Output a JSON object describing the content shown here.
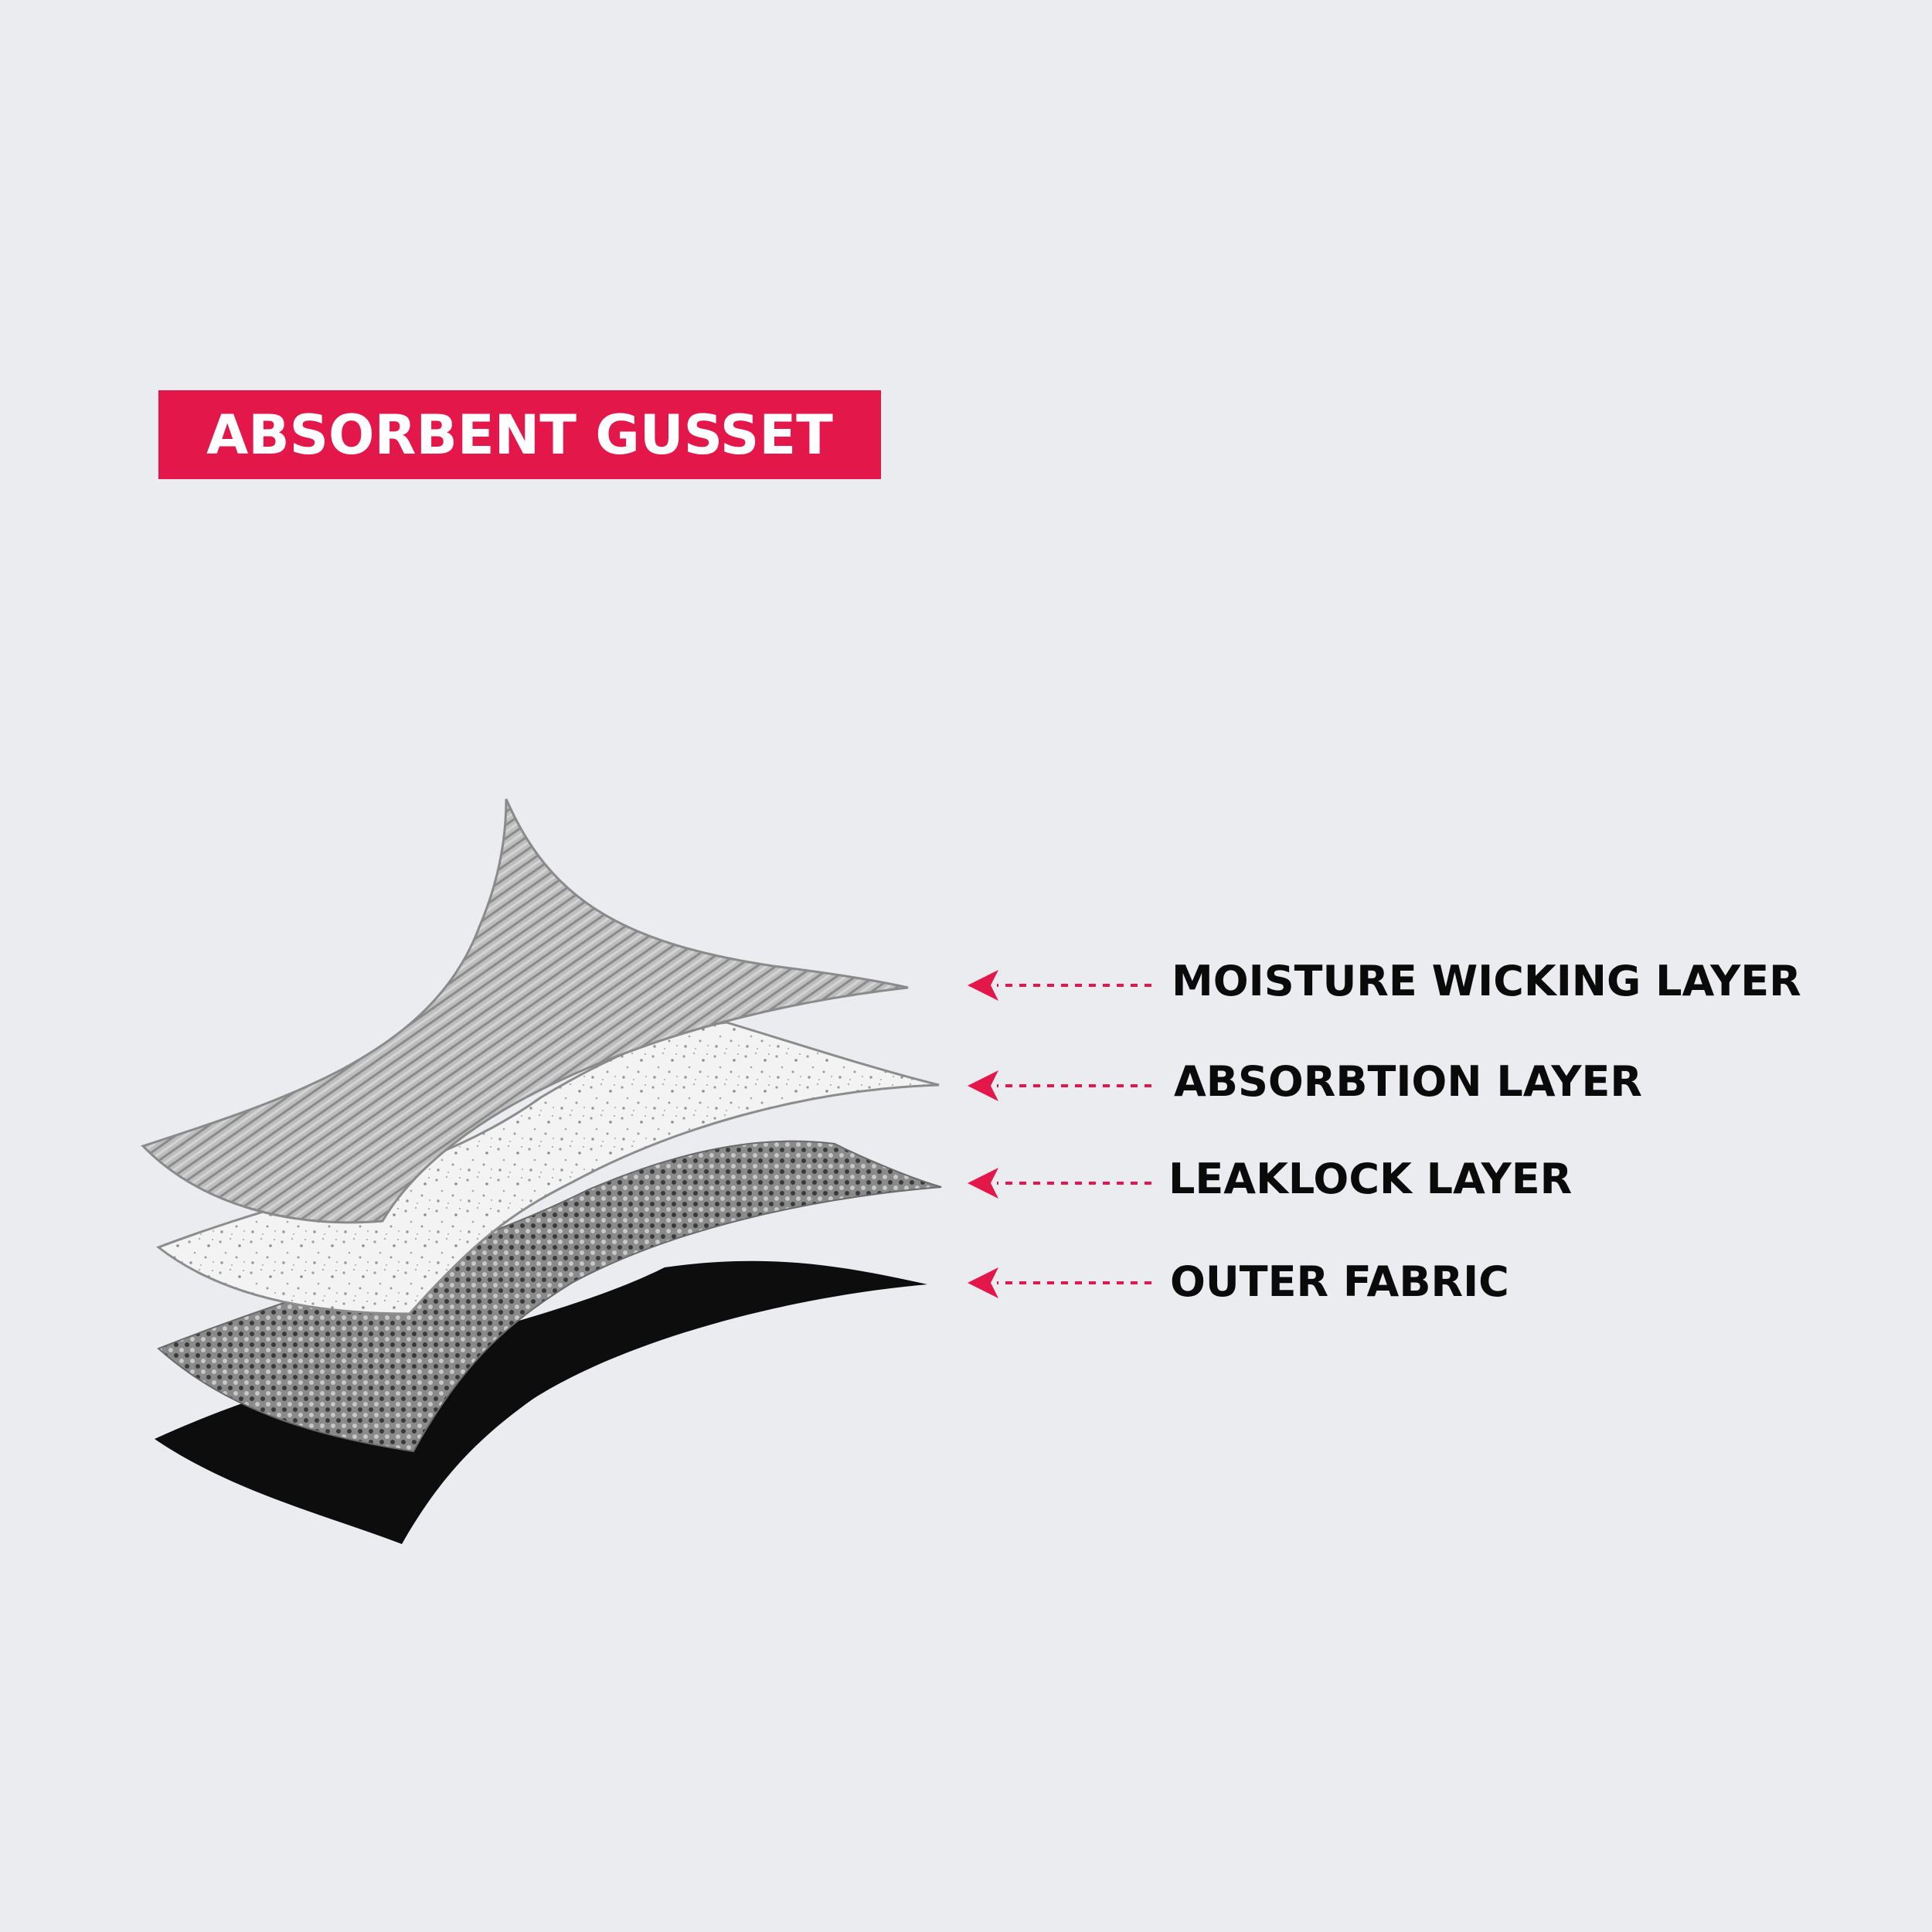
{
  "title": "ABSORBENT GUSSET",
  "colors": {
    "background": "#ebecf0",
    "accent": "#e3174a",
    "label_text": "#0a0a0a"
  },
  "layers": [
    {
      "label": "MOISTURE WICKING LAYER",
      "pattern": "wavy-lines",
      "color": "#9c9c9c"
    },
    {
      "label": "ABSORBTION LAYER",
      "pattern": "speckled",
      "color": "#f2f2f2"
    },
    {
      "label": "LEAKLOCK LAYER",
      "pattern": "dotted-mesh",
      "color": "#7a7a7a"
    },
    {
      "label": "OUTER FABRIC",
      "pattern": "solid",
      "color": "#0d0d0d"
    }
  ],
  "arrow_icon": "dashed-left-arrow-icon"
}
